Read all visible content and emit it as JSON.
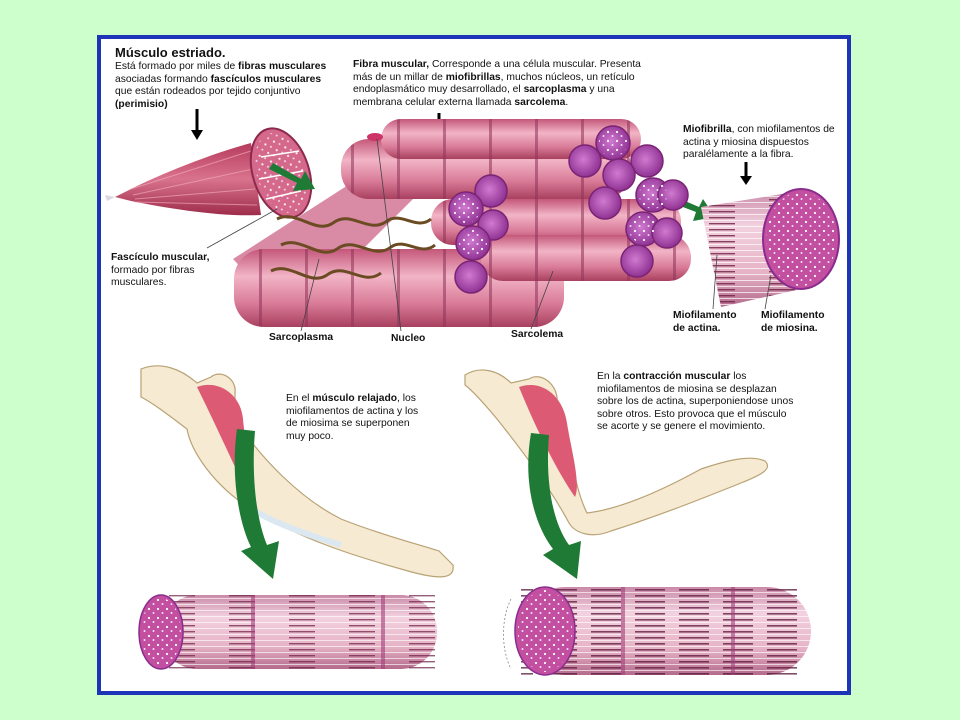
{
  "colors": {
    "background": "#ccffcc",
    "frame_border": "#1d33b8",
    "muscle": "#c9506d",
    "fiber_pink": "#e68aa6",
    "fiber_end": "#a23da0",
    "arrow_green": "#1f7a35",
    "bone": "#f4e6c6"
  },
  "muscle_title": "Músculo estriado.",
  "muscle_desc": {
    "p1": "Está formado por miles de ",
    "b1": "fibras musculares",
    "p2": " asociadas formando ",
    "b2": "fascículos musculares",
    "p3": " que están rodeados por tejido conjuntivo ",
    "b3": "(perimisio)"
  },
  "fibra_desc": {
    "b1": "Fibra muscular,",
    "p1": " Corresponde a una célula muscular. Presenta más de un millar de ",
    "b2": "miofibrillas",
    "p2": ", muchos núcleos, un retículo endoplasmático muy desarrollado, el ",
    "b3": "sarcoplasma",
    "p3": " y una membrana celular externa llamada ",
    "b4": "sarcolema",
    "p4": "."
  },
  "miofibrilla_desc": {
    "b1": "Miofibrilla",
    "p1": ", con miofilamentos de actina y miosina dispuestos paralélamente a la fibra."
  },
  "fasciculo_desc": {
    "b1": "Fascículo muscular,",
    "p1": " formado por fibras musculares."
  },
  "labels": {
    "sarcoplasma": "Sarcoplasma",
    "nucleo": "Nucleo",
    "sarcolema": "Sarcolema",
    "actina": "Miofilamento de actina.",
    "miosina": "Miofilamento de miosina."
  },
  "relajado_desc": {
    "p1": "En el ",
    "b1": "músculo relajado",
    "p2": ", los miofilamentos de actina y los de miosima se superponen muy poco."
  },
  "contraccion_desc": {
    "p1": "En la ",
    "b1": "contracción muscular",
    "p2": " los miofilamentos de miosina se desplazan sobre los de actina, superponiendose unos sobre otros. Esto provoca que el músculo se acorte y se genere el movimiento."
  }
}
